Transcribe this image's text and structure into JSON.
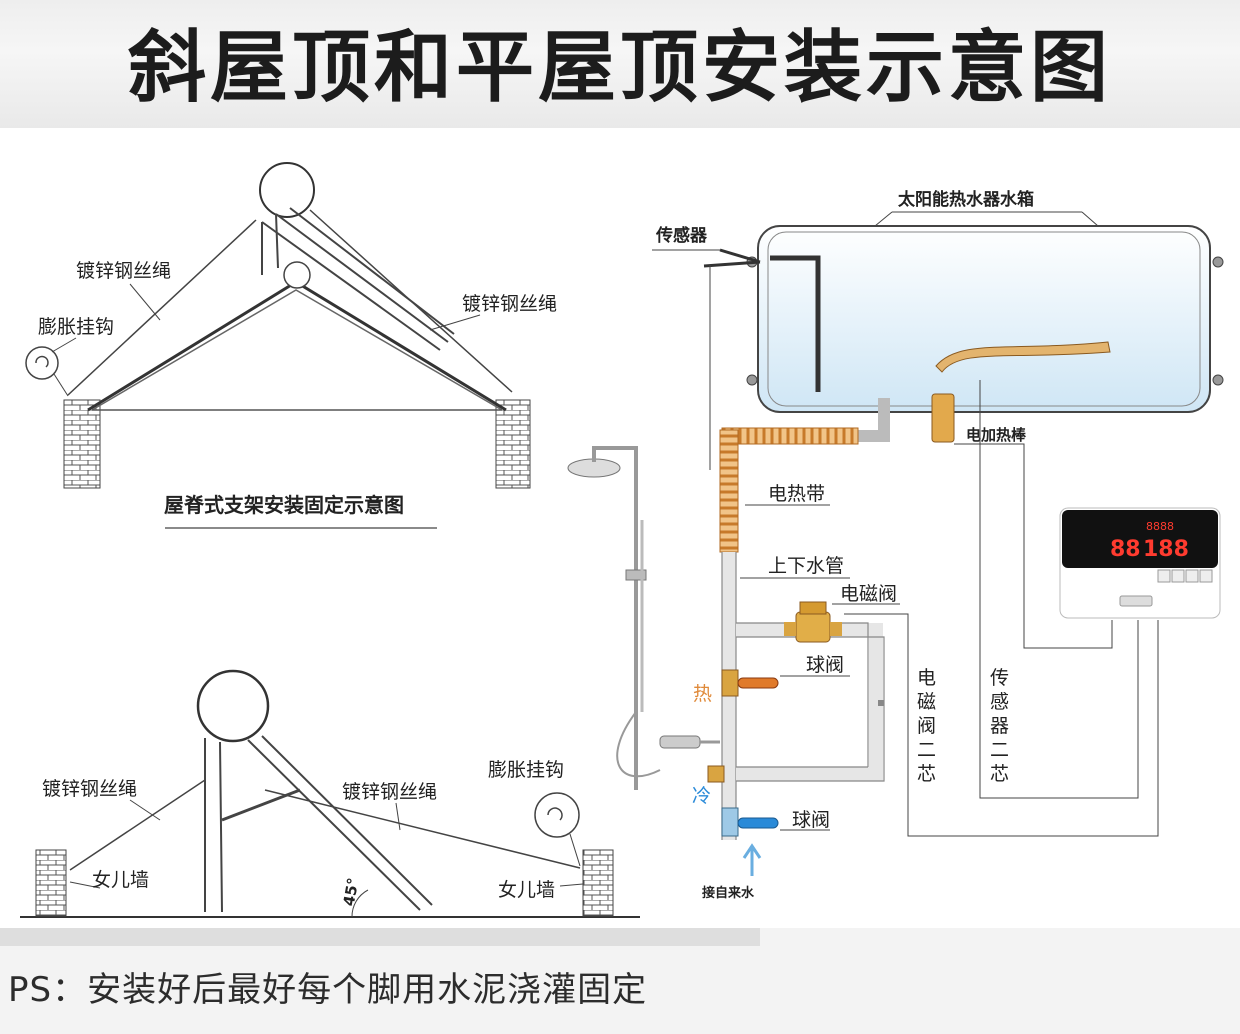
{
  "title": "斜屋顶和平屋顶安装示意图",
  "footer": "PS：安装好后最好每个脚用水泥浇灌固定",
  "pitched_roof": {
    "caption": "屋脊式支架安装固定示意图",
    "cable_left": "镀锌钢丝绳",
    "cable_right": "镀锌钢丝绳",
    "hook": "膨胀挂钩"
  },
  "flat_roof": {
    "cable_left": "镀锌钢丝绳",
    "cable_right": "镀锌钢丝绳",
    "hook": "膨胀挂钩",
    "wall_left": "女儿墙",
    "wall_right": "女儿墙",
    "angle": "45°"
  },
  "system": {
    "tank": "太阳能热水器水箱",
    "sensor": "传感器",
    "heater_rod": "电加热棒",
    "heat_tape": "电热带",
    "pipe": "上下水管",
    "solenoid_valve": "电磁阀",
    "ball_valve_hot": "球阀",
    "ball_valve_cold": "球阀",
    "hot": "热",
    "cold": "冷",
    "inlet": "接自来水",
    "solenoid_wire": [
      "电",
      "磁",
      "阀",
      "二",
      "芯"
    ],
    "sensor_wire": [
      "传",
      "感",
      "器",
      "二",
      "芯"
    ],
    "controller_display_left": "88",
    "controller_display_right": "188",
    "controller_display_top": "8888"
  },
  "colors": {
    "heat_tape": "#e0a35a",
    "hot_mark": "#e08a3a",
    "cold_mark": "#2a8ad8",
    "valve_brass": "#d9a441",
    "display_red": "#ff3b2f"
  }
}
